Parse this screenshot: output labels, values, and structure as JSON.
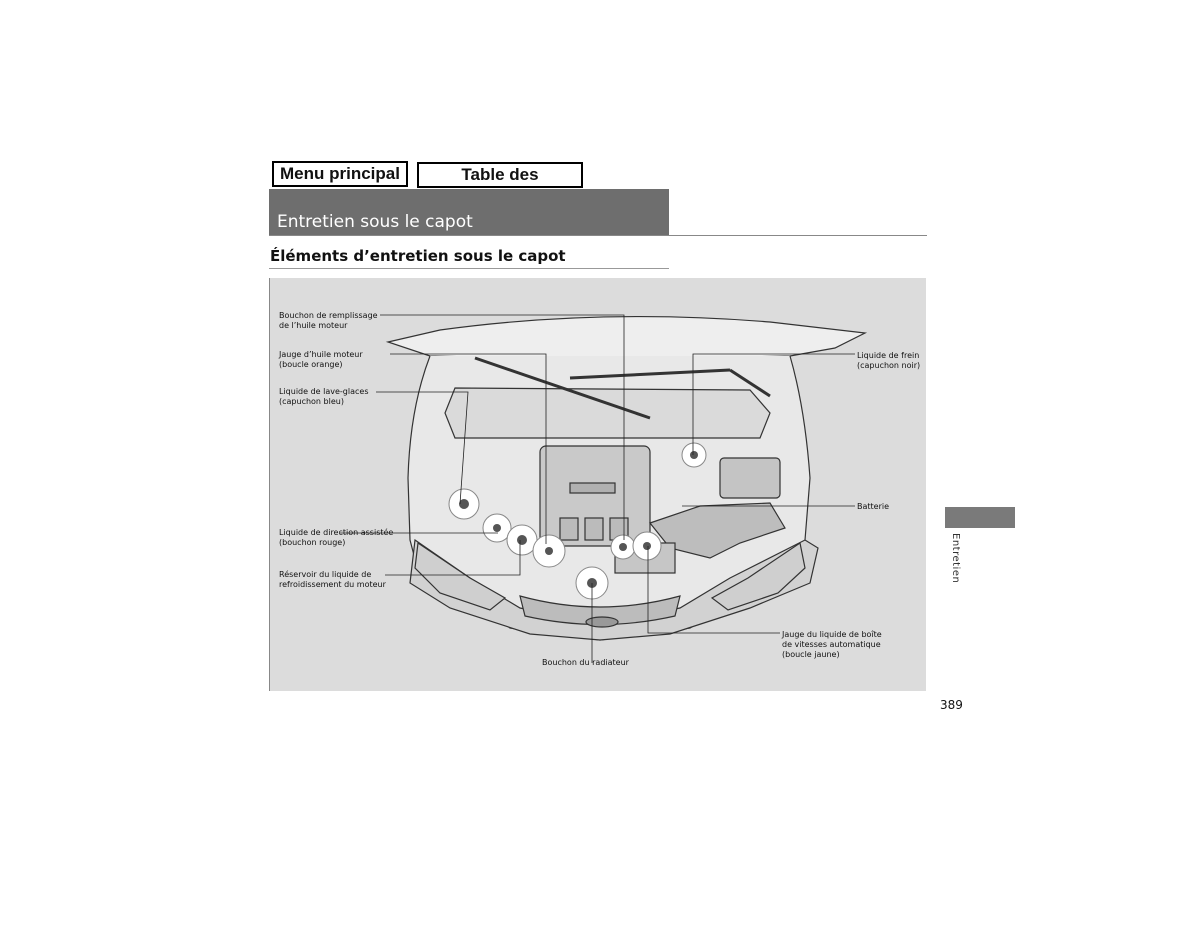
{
  "nav": {
    "menu_label": "Menu principal",
    "toc_label": "Table des matières"
  },
  "section": {
    "title": "Entretien sous le capot"
  },
  "subsection": {
    "title": "Éléments d’entretien sous le capot"
  },
  "labels": {
    "oil_filler": "Bouchon de remplissage\nde l’huile moteur",
    "oil_dipstick": "Jauge d’huile moteur\n(boucle orange)",
    "washer": "Liquide de lave-glaces\n(capuchon bleu)",
    "power_steering": "Liquide de direction assistée\n(bouchon rouge)",
    "coolant_reservoir": "Réservoir du liquide de\nrefroidissement du moteur",
    "brake_fluid": "Liquide de frein\n(capuchon noir)",
    "battery": "Batterie",
    "atf_dipstick": "Jauge du liquide de boîte\nde vitesses automatique\n(boucle jaune)",
    "radiator_cap": "Bouchon du radiateur"
  },
  "side_tab": {
    "label": "Entretien"
  },
  "page_number": "389"
}
